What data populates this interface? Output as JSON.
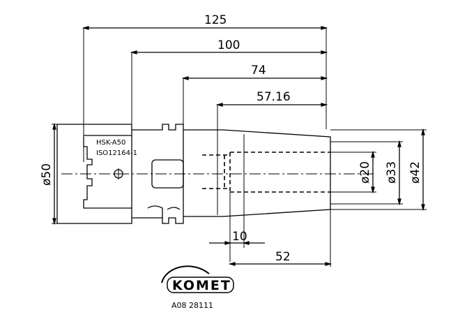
{
  "dimensions": {
    "overall_length": "125",
    "length_100": "100",
    "length_74": "74",
    "length_57_16": "57.16",
    "length_10": "10",
    "length_52": "52",
    "dia_50": "ø50",
    "dia_20": "ø20",
    "dia_33": "ø33",
    "dia_42": "ø42"
  },
  "shank_labels": {
    "standard": "HSK-A50",
    "iso": "ISO12164-1"
  },
  "brand": {
    "name": "KOMET",
    "product_code": "A08 28111"
  },
  "colors": {
    "line": "#000000",
    "background": "#ffffff"
  }
}
